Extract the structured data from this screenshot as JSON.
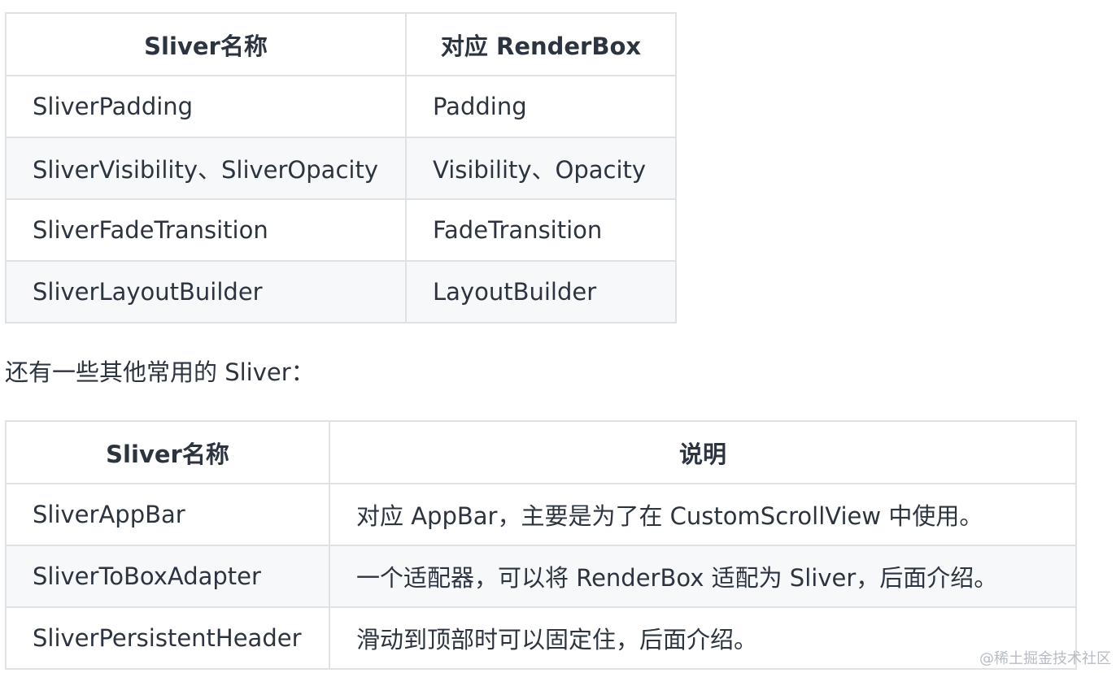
{
  "table1": {
    "headers": [
      "Sliver名称",
      "对应 RenderBox"
    ],
    "rows": [
      [
        "SliverPadding",
        "Padding"
      ],
      [
        "SliverVisibility、SliverOpacity",
        "Visibility、Opacity"
      ],
      [
        "SliverFadeTransition",
        "FadeTransition"
      ],
      [
        "SliverLayoutBuilder",
        "LayoutBuilder"
      ]
    ]
  },
  "paragraph": "还有一些其他常用的 Sliver：",
  "table2": {
    "headers": [
      "Sliver名称",
      "说明"
    ],
    "rows": [
      [
        "SliverAppBar",
        "对应 AppBar，主要是为了在 CustomScrollView 中使用。"
      ],
      [
        "SliverToBoxAdapter",
        "一个适配器，可以将 RenderBox 适配为 Sliver，后面介绍。"
      ],
      [
        "SliverPersistentHeader",
        "滑动到顶部时可以固定住，后面介绍。"
      ]
    ]
  },
  "watermark": "@稀土掘金技术社区"
}
